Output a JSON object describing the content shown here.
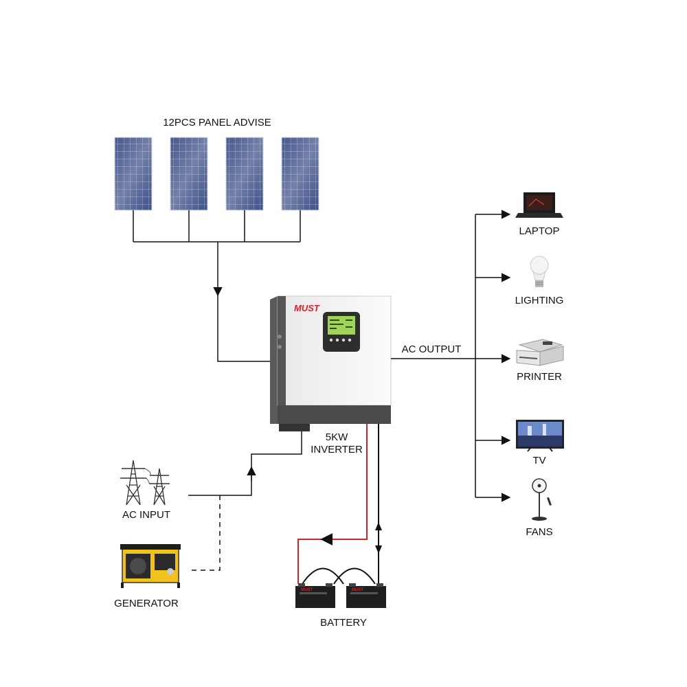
{
  "labels": {
    "panels": "12PCS PANEL ADVISE",
    "ac_output": "AC OUTPUT",
    "inverter_line1": "5KW",
    "inverter_line2": "INVERTER",
    "ac_input": "AC INPUT",
    "generator": "GENERATOR",
    "battery": "BATTERY"
  },
  "brand": "MUST",
  "loads": [
    {
      "label": "LAPTOP",
      "icon": "laptop-icon"
    },
    {
      "label": "LIGHTING",
      "icon": "light-bulb-icon"
    },
    {
      "label": "PRINTER",
      "icon": "printer-icon"
    },
    {
      "label": "TV",
      "icon": "tv-icon"
    },
    {
      "label": "FANS",
      "icon": "fan-icon"
    }
  ],
  "colors": {
    "battery_wire": "#d2232a",
    "wire": "#111111",
    "panel": "#3d4f86",
    "inverter_body": "#f2f2f2",
    "inverter_dark": "#4a4a4a",
    "lcd": "#9fd35a"
  }
}
